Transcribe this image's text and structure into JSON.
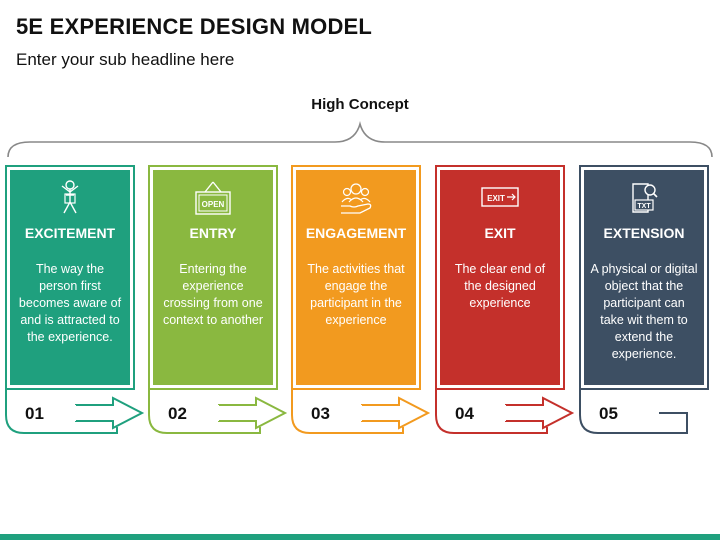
{
  "header": {
    "title": "5E EXPERIENCE DESIGN MODEL",
    "subtitle": "Enter your sub headline here"
  },
  "concept_label": "High Concept",
  "steps": [
    {
      "heading": "EXCITEMENT",
      "description": "The way the person first becomes aware of and is attracted to the experience.",
      "number": "01",
      "color": "#1fa07e",
      "icon": "person-cheering-icon"
    },
    {
      "heading": "ENTRY",
      "description": "Entering the experience crossing from one context to another",
      "number": "02",
      "color": "#8ab840",
      "icon": "open-sign-icon",
      "icon_text": "OPEN"
    },
    {
      "heading": "ENGAGEMENT",
      "description": "The activities that engage the participant in the experience",
      "number": "03",
      "color": "#f29a1f",
      "icon": "group-hand-icon"
    },
    {
      "heading": "EXIT",
      "description": "The clear end of the designed experience",
      "number": "04",
      "color": "#c4302b",
      "icon": "exit-sign-icon",
      "icon_text": "EXIT"
    },
    {
      "heading": "EXTENSION",
      "description": "A physical or digital object that the participant can take wit them to extend the experience.",
      "number": "05",
      "color": "#3d4f63",
      "icon": "document-search-icon",
      "icon_text": "TXT"
    }
  ],
  "colors": {
    "bottom_bar": "#1fa07e",
    "brace": "#888888"
  }
}
